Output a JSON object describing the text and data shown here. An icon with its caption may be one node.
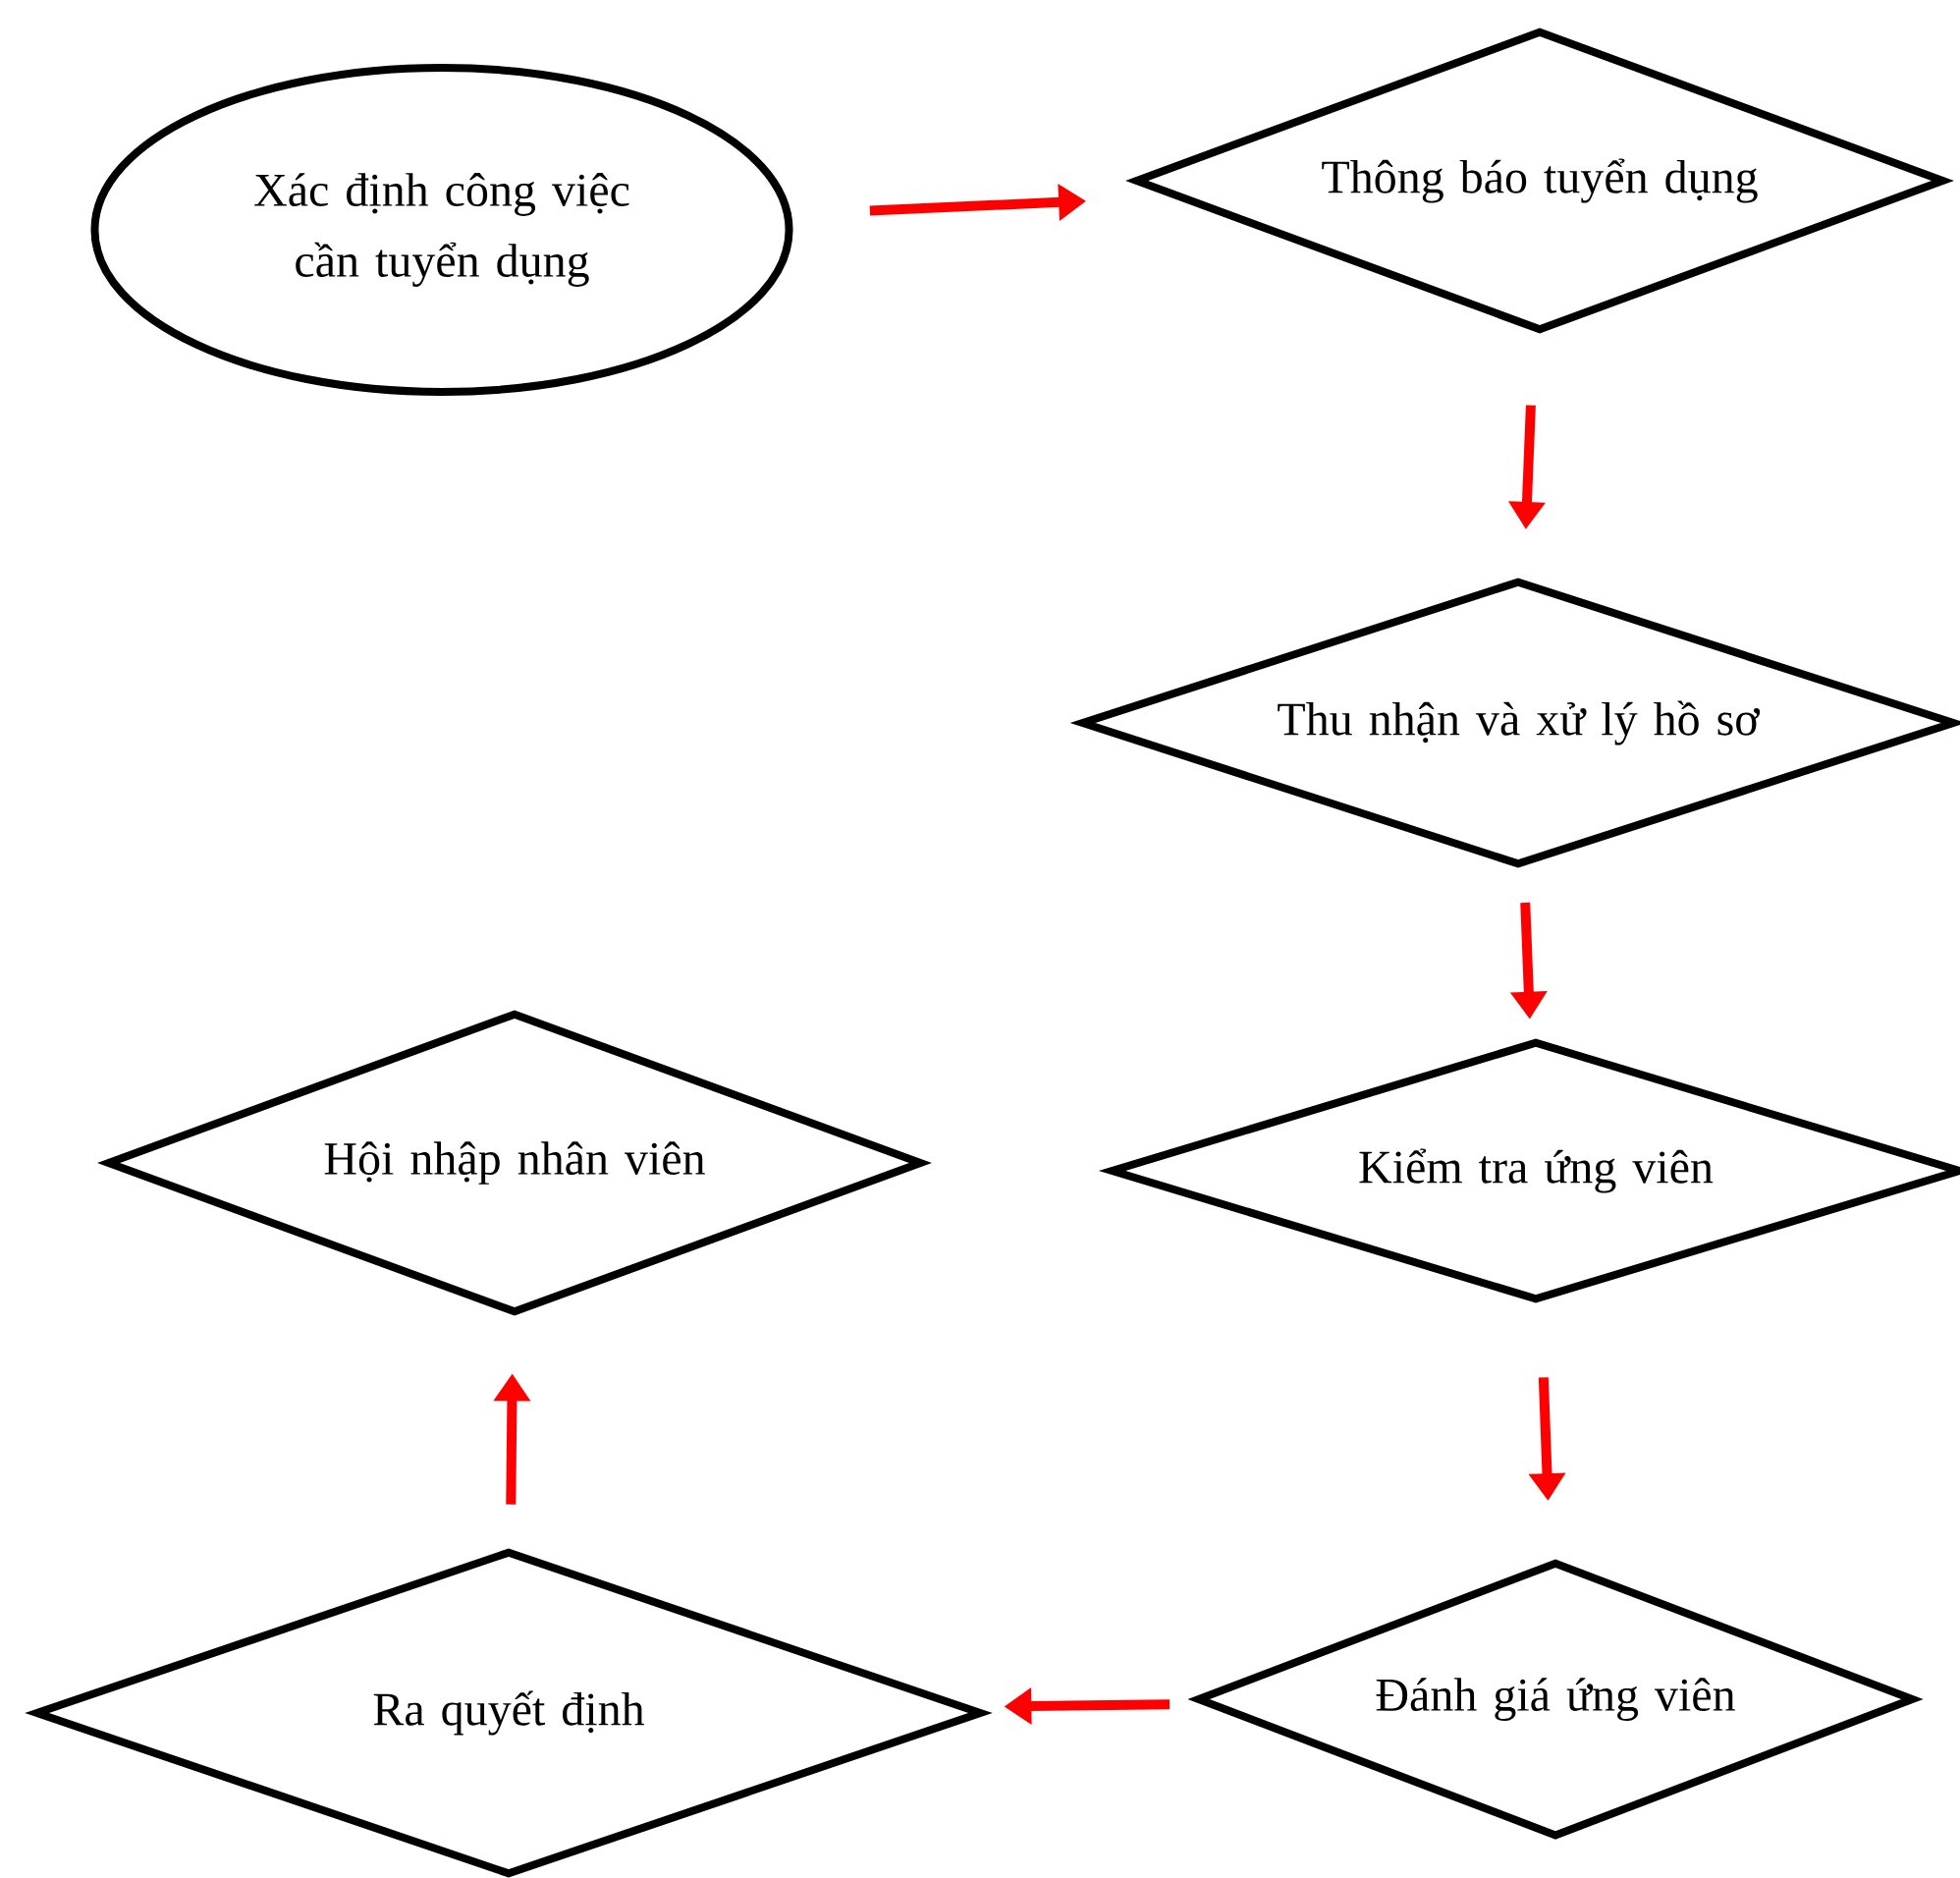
{
  "diagram": {
    "nodes": [
      {
        "text": [
          "Xác định công việc cần tuyển dụng"
        ]
      },
      {
        "text": [
          "Thông báo tuyển dụng"
        ]
      },
      {
        "text": [
          "Thu nhận và xử lý hồ sơ"
        ]
      },
      {
        "text": [
          "Kiểm tra ứng viên"
        ]
      },
      {
        "text": [
          "Hội nhập nhân viên"
        ]
      },
      {
        "text": [
          "Ra quyết định"
        ]
      },
      {
        "text": [
          "Đánh giá ứng viên"
        ]
      }
    ],
    "edges": [
      {
        "from": 0,
        "to": 1,
        "arrow": "to"
      },
      {
        "from": 1,
        "to": 2,
        "arrow": "to"
      },
      {
        "from": 2,
        "to": 3,
        "arrow": "to"
      },
      {
        "from": 3,
        "to": 6,
        "arrow": "to"
      },
      {
        "from": 6,
        "to": 5,
        "arrow": "to"
      },
      {
        "from": 5,
        "to": 4,
        "arrow": "to"
      }
    ]
  }
}
